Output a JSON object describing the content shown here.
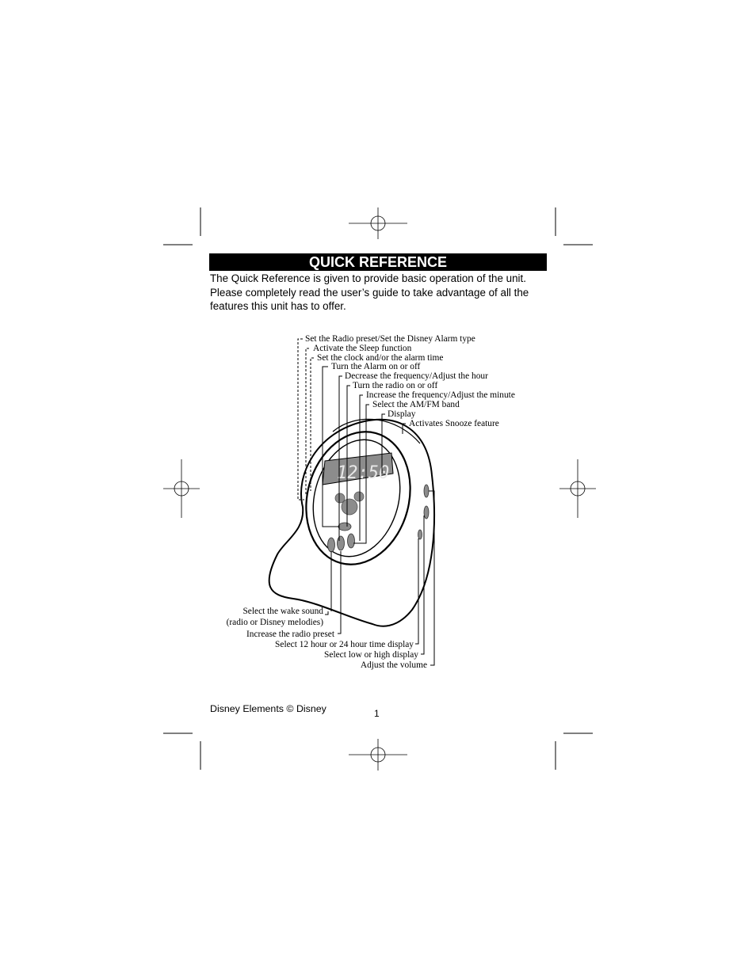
{
  "header": {
    "title": "QUICK REFERENCE"
  },
  "intro": {
    "lines": [
      "The Quick Reference is given to provide basic operation of the unit.",
      "Please completely read the user’s guide to take advantage of all the",
      "features this unit has to offer."
    ]
  },
  "diagram": {
    "display_time": "12:50",
    "top_labels": [
      "Set the Radio preset/Set the Disney Alarm type",
      "Activate the Sleep function",
      "Set the clock and/or the alarm time",
      "Turn the Alarm on or off",
      "Decrease the frequency/Adjust the hour",
      "Turn the radio on or off",
      "Increase the frequency/Adjust the minute",
      "Select the AM/FM band",
      "Display",
      "Activates Snooze feature"
    ],
    "bottom_labels": [
      "Select the wake sound",
      "(radio or Disney melodies)",
      "Increase the radio preset",
      "Select 12 hour or 24 hour time display",
      "Select low or high display",
      "Adjust the volume"
    ]
  },
  "footer": {
    "copyright": "Disney Elements © Disney",
    "page_number": "1"
  }
}
